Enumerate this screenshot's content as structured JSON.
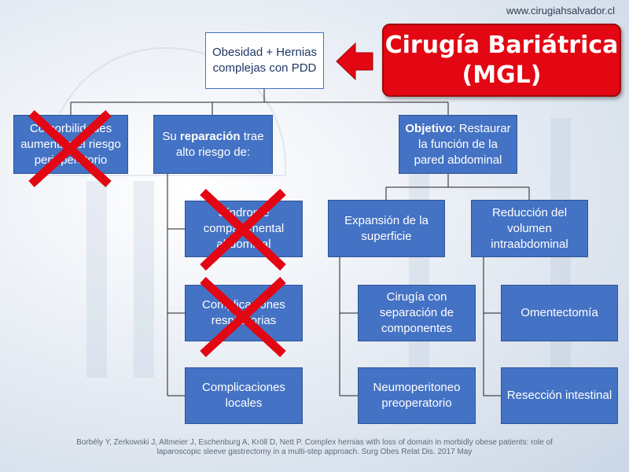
{
  "header": {
    "url": "www.cirugiahsalvador.cl"
  },
  "title": {
    "text": "Cirugía Bariátrica\n(MGL)",
    "color": "#e30613"
  },
  "colors": {
    "box_blue": "#4472c4",
    "box_border": "#2f5597",
    "cross": "#e30613",
    "connector": "#1f1f1f"
  },
  "nodes": {
    "root": {
      "text": "Obesidad + Hernias\ncomplejas con PDD"
    },
    "comorbidities": {
      "text": "Comorbilidades\naumentan el riesgo\nperioperatorio",
      "crossed": true
    },
    "repair": {
      "pre": "Su ",
      "bold": "reparación",
      "post": " trae\nalto riesgo de:"
    },
    "objective": {
      "bold": "Objetivo",
      "post": ": Restaurar\nla función de la\npared abdominal"
    },
    "compartment": {
      "text": "Síndrome\ncompartimental\nabdominal",
      "crossed": true
    },
    "respiratory": {
      "text": "Complicaciones\nrespiratorias",
      "crossed": true
    },
    "local": {
      "text": "Complicaciones\nlocales"
    },
    "expansion": {
      "text": "Expansión de la\nsuperficie"
    },
    "reduction": {
      "text": "Reducción del\nvolumen\nintraabdominal"
    },
    "component_sep": {
      "text": "Cirugía con\nseparación de\ncomponentes"
    },
    "pneumoperitoneum": {
      "text": "Neumoperitoneo\npreoperatorio"
    },
    "omentectomy": {
      "text": "Omentectomía"
    },
    "resection": {
      "text": "Resección intestinal"
    }
  },
  "citation": "Borbély Y, Zerkowski J, Altmeier J, Eschenburg A, Kröll D, Nett P. Complex hernias with loss of domain in morbidly obese patients: role of\nlaparoscopic sleeve gastrectomy in a multi-step approach. Surg Obes Relat Dis. 2017 May",
  "icons": {
    "arrow": "left-arrow-icon",
    "cross": "x-mark-icon"
  }
}
